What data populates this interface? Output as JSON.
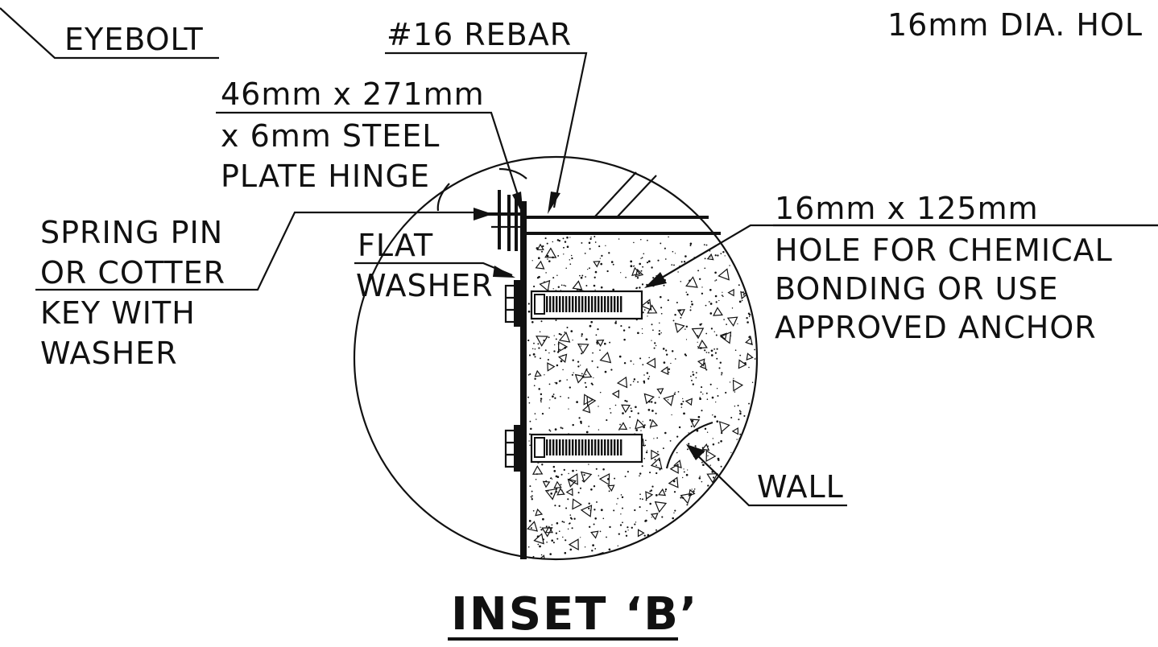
{
  "labels": {
    "eyebolt": "EYEBOLT",
    "rebar": "#16 REBAR",
    "hole_top": "16mm DIA. HOL",
    "plate_1": "46mm x 271mm",
    "plate_2": "x 6mm STEEL",
    "plate_3": "PLATE HINGE",
    "spring_1": "SPRING PIN",
    "spring_2": "OR COTTER",
    "spring_3": "KEY WITH",
    "spring_4": "WASHER",
    "flat_1": "FLAT",
    "flat_2": "WASHER",
    "hole_1": "16mm x 125mm",
    "hole_2": "HOLE FOR CHEMICAL",
    "hole_3": "BONDING OR USE",
    "hole_4": "APPROVED ANCHOR",
    "wall": "WALL"
  },
  "title": "INSET ‘B’",
  "colors": {
    "ink": "#111111",
    "background": "#ffffff"
  }
}
